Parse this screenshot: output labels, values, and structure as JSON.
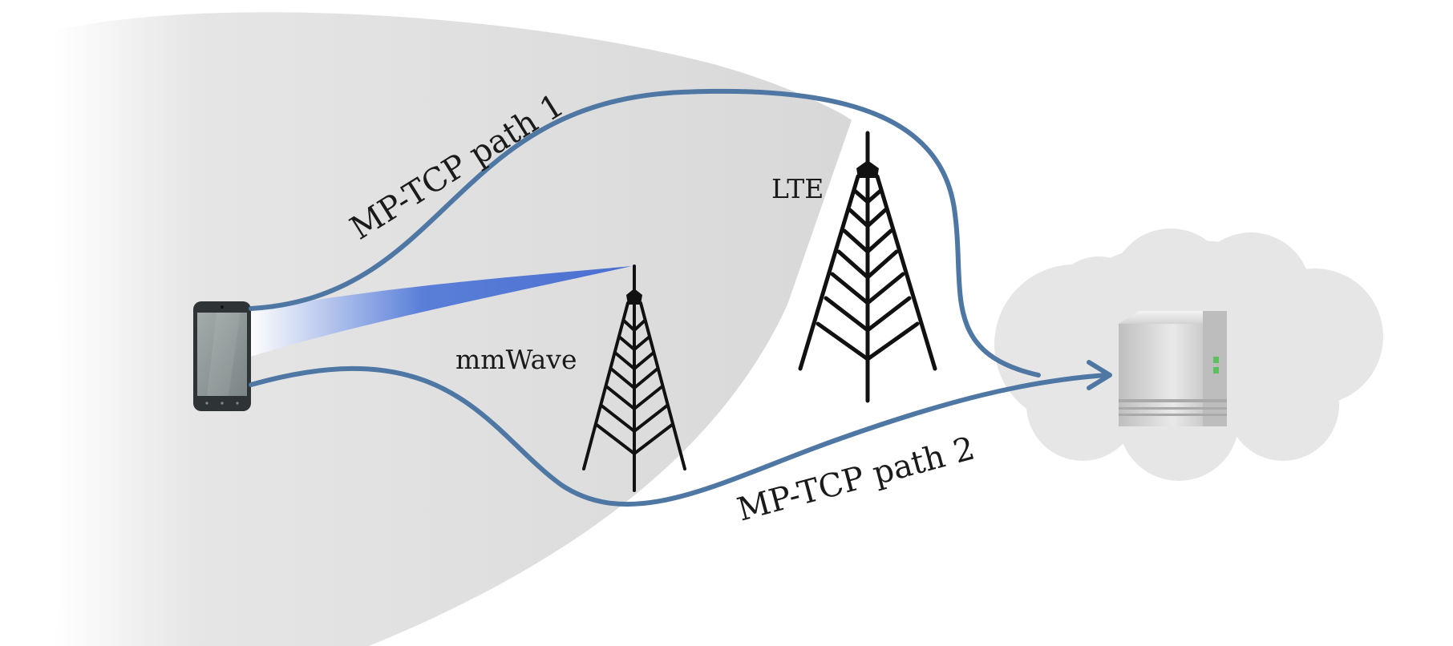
{
  "labels": {
    "path1": "MP-TCP path 1",
    "path2": "MP-TCP path 2",
    "lte": "LTE",
    "mmwave": "mmWave"
  },
  "colors": {
    "path": "#4f77a3",
    "beam": "#4a6fd0",
    "coverage": "#d9d9d9",
    "cloud": "#e6e6e6",
    "tower": "#111111",
    "server_body": "#c8c8c8",
    "server_led": "#5cc05c",
    "phone_body": "#2e3436",
    "phone_screen": "#8f9898"
  }
}
